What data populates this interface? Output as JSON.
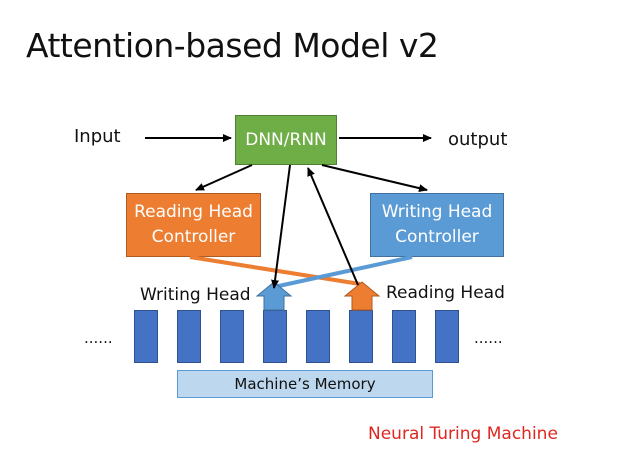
{
  "title": "Attention-based Model v2",
  "nodes": {
    "input": "Input",
    "output": "output",
    "dnn": "DNN/RNN",
    "reading_controller": [
      "Reading Head",
      "Controller"
    ],
    "writing_controller": [
      "Writing Head",
      "Controller"
    ]
  },
  "head_labels": {
    "writing": "Writing Head",
    "reading": "Reading Head"
  },
  "memory": {
    "ellipsis_left": "......",
    "ellipsis_right": "......",
    "label": "Machine’s Memory",
    "writing_cell": 3,
    "reading_cell": 5
  },
  "caption": "Neural Turing Machine",
  "colors": {
    "dnn": "#6fad47",
    "reading": "#ed7d31",
    "writing": "#5b9bd5",
    "memory_cell": "#4472c4",
    "memory_bar": "#bdd7ee",
    "caption": "#e0261f"
  }
}
